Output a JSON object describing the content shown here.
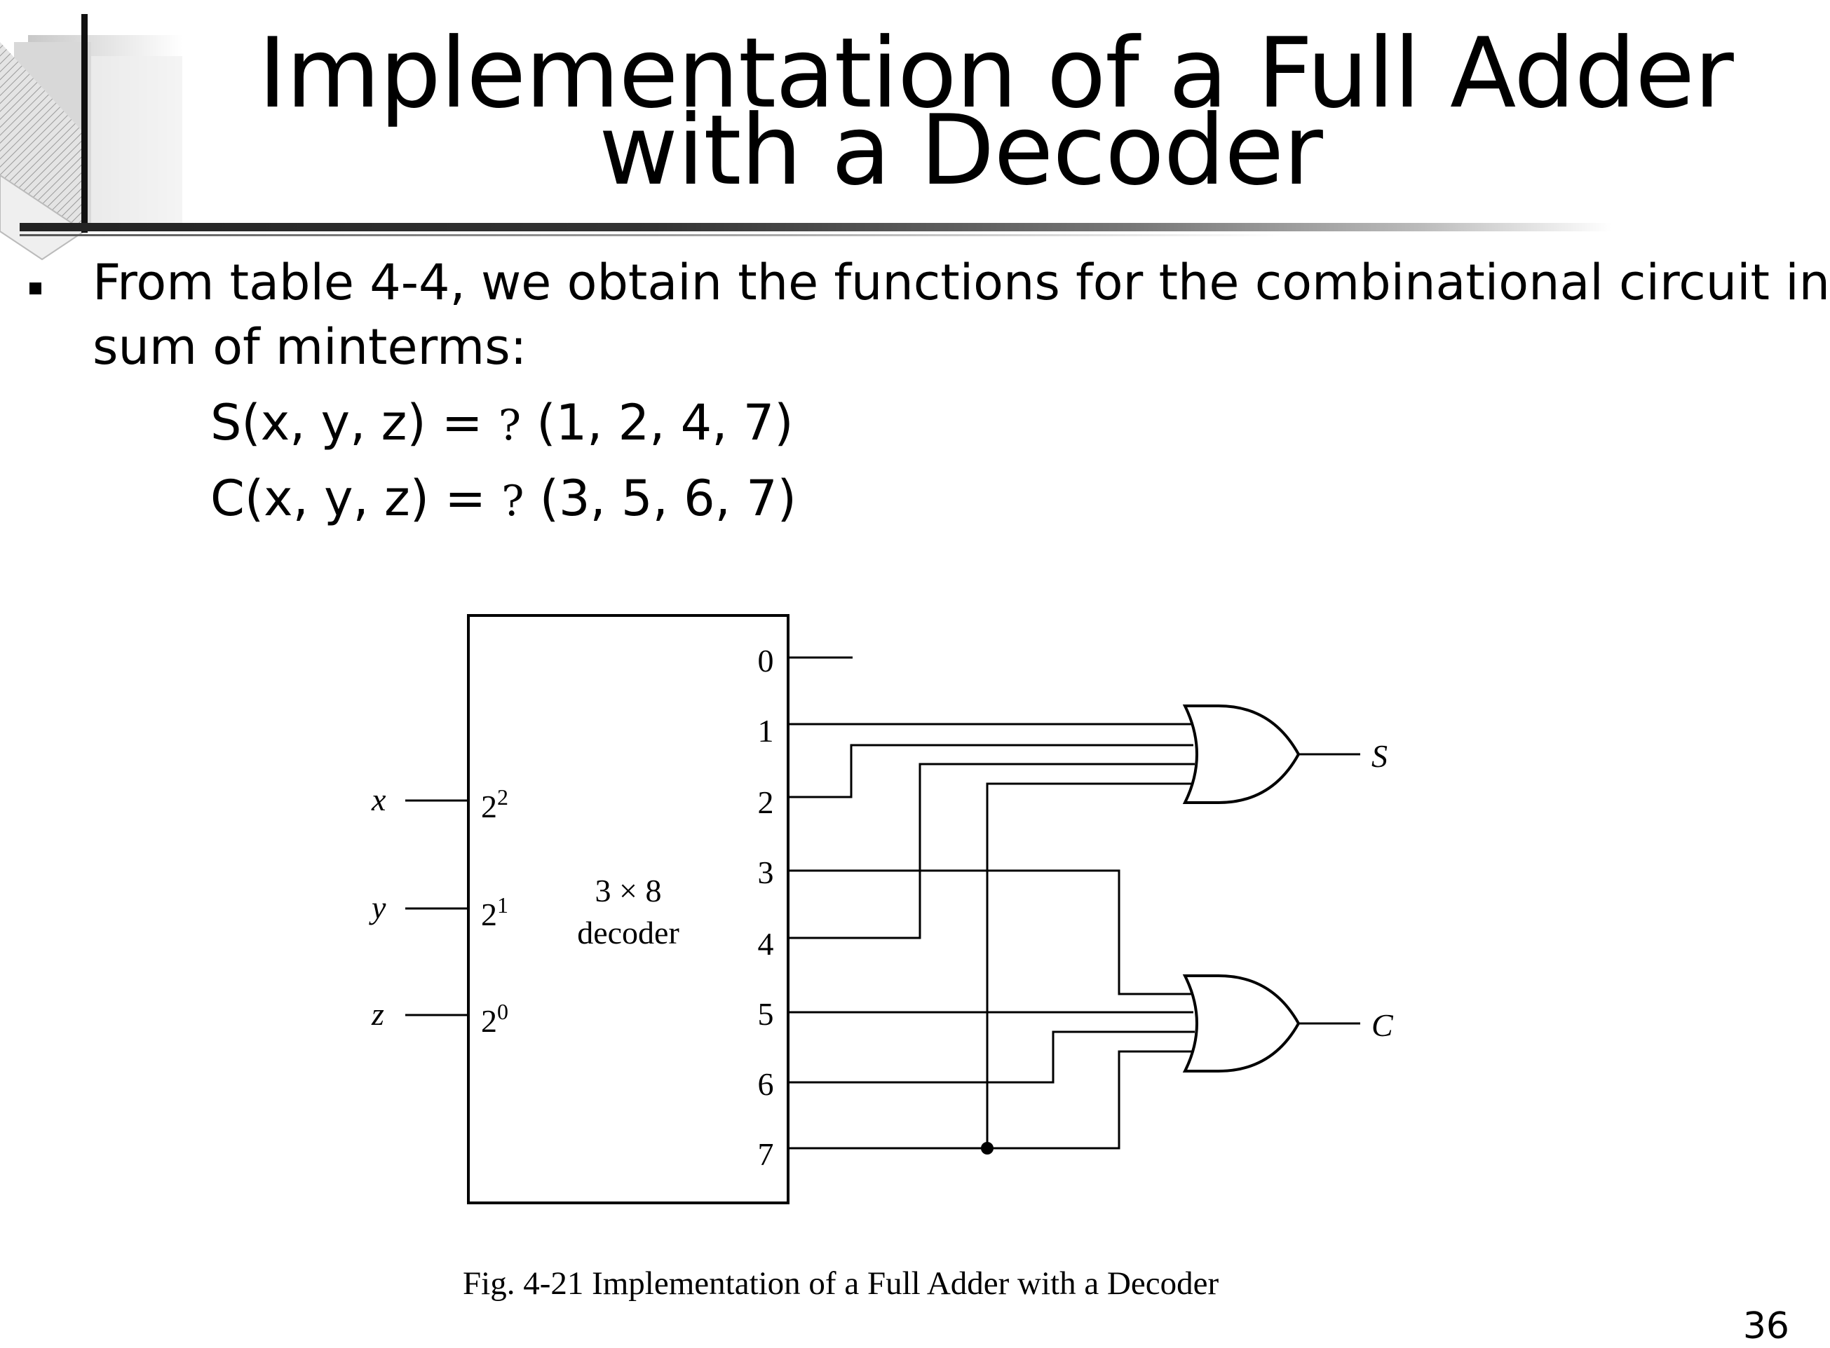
{
  "title": {
    "line1": "Implementation of a Full Adder",
    "line2": "with a Decoder"
  },
  "bullet": {
    "line1": "From table 4-4, we obtain the functions for the combinational circuit in",
    "line2": "sum of minterms:"
  },
  "equations": {
    "s_lhs": "S(x, y, z) =",
    "s_sym": "?",
    "s_rhs": "(1, 2, 4, 7)",
    "c_lhs": "C(x, y, z) =",
    "c_sym": "?",
    "c_rhs": "(3, 5, 6, 7)"
  },
  "diagram": {
    "inputs": [
      "x",
      "y",
      "z"
    ],
    "input_weights": [
      {
        "base": "2",
        "exp": "2"
      },
      {
        "base": "2",
        "exp": "1"
      },
      {
        "base": "2",
        "exp": "0"
      }
    ],
    "decoder_line1": "3 × 8",
    "decoder_line2": "decoder",
    "outputs": [
      "0",
      "1",
      "2",
      "3",
      "4",
      "5",
      "6",
      "7"
    ],
    "gate_s_label": "S",
    "gate_c_label": "C"
  },
  "caption": "Fig. 4-21  Implementation of a Full Adder with a Decoder",
  "page_number": "36"
}
